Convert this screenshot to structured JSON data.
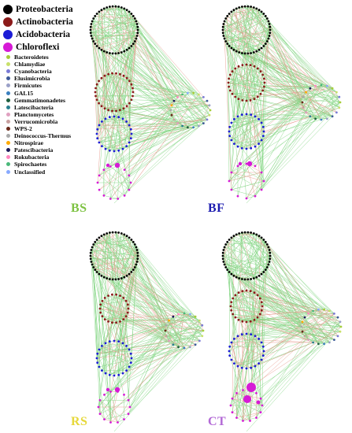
{
  "legend": {
    "major": [
      {
        "label": "Proteobacteria",
        "color": "#000000"
      },
      {
        "label": "Actinobacteria",
        "color": "#8b1a1a"
      },
      {
        "label": "Acidobacteria",
        "color": "#1c1cd6"
      },
      {
        "label": "Chloroflexi",
        "color": "#d61ad6"
      }
    ],
    "minor": [
      {
        "label": "Bacteroidetes",
        "color": "#a6ce39"
      },
      {
        "label": "Chlamydiae",
        "color": "#c8e06a"
      },
      {
        "label": "Cyanobacteria",
        "color": "#7a7ad6"
      },
      {
        "label": "Elusimicrobia",
        "color": "#3d5a99"
      },
      {
        "label": "Firmicutes",
        "color": "#9aa0c8"
      },
      {
        "label": "GAL15",
        "color": "#3a7fbf"
      },
      {
        "label": "Gemmatimonadetes",
        "color": "#1f5f3f"
      },
      {
        "label": "Latescibacteria",
        "color": "#2a7f8f"
      },
      {
        "label": "Planctomycetes",
        "color": "#e0a0c0"
      },
      {
        "label": "Verrucomicrobia",
        "color": "#c8a0a0"
      },
      {
        "label": "WPS-2",
        "color": "#6b2a1a"
      },
      {
        "label": "Deinococcus-Thermus",
        "color": "#aaaaaa"
      },
      {
        "label": "Nitrospirae",
        "color": "#ffaa00"
      },
      {
        "label": "Patescibacteria",
        "color": "#1a1a5a"
      },
      {
        "label": "Rokubacteria",
        "color": "#ff88c0"
      },
      {
        "label": "Spirochaetes",
        "color": "#4ab87a"
      },
      {
        "label": "Unclassified",
        "color": "#88aaff"
      }
    ]
  },
  "panels": [
    {
      "label": "BS",
      "label_color": "#7dc242"
    },
    {
      "label": "BF",
      "label_color": "#1c1cb0"
    },
    {
      "label": "RS",
      "label_color": "#e6d83a"
    },
    {
      "label": "CT",
      "label_color": "#b36ad6"
    }
  ],
  "edge_colors": {
    "positive": "#5cc85c",
    "negative": "#e07a6a"
  }
}
